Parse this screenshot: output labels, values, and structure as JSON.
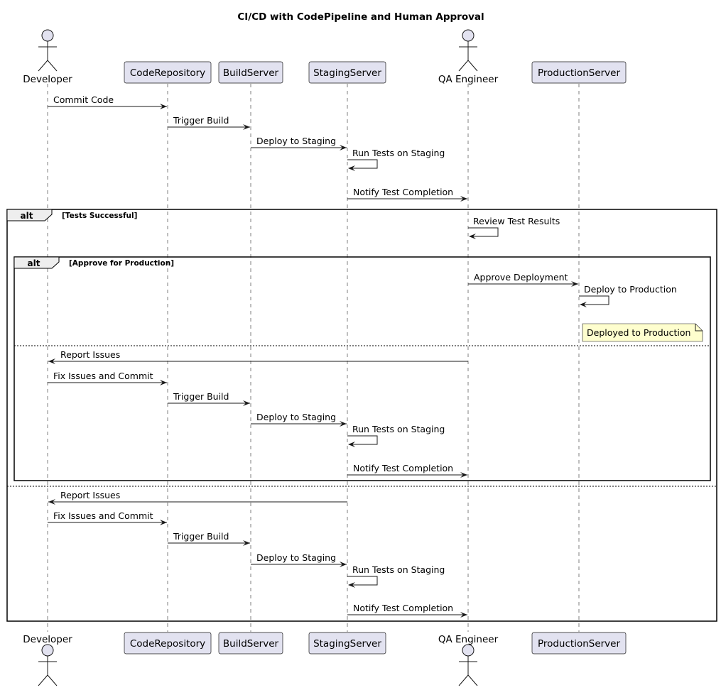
{
  "title": "CI/CD with CodePipeline and Human Approval",
  "participants": [
    {
      "id": "dev",
      "label": "Developer",
      "kind": "actor"
    },
    {
      "id": "repo",
      "label": "CodeRepository",
      "kind": "box"
    },
    {
      "id": "build",
      "label": "BuildServer",
      "kind": "box"
    },
    {
      "id": "staging",
      "label": "StagingServer",
      "kind": "box"
    },
    {
      "id": "qa",
      "label": "QA Engineer",
      "kind": "actor"
    },
    {
      "id": "prod",
      "label": "ProductionServer",
      "kind": "box"
    }
  ],
  "messages": [
    {
      "from": "dev",
      "to": "repo",
      "label": "Commit Code"
    },
    {
      "from": "repo",
      "to": "build",
      "label": "Trigger Build"
    },
    {
      "from": "build",
      "to": "staging",
      "label": "Deploy to Staging"
    },
    {
      "from": "staging",
      "to": "staging",
      "label": "Run Tests on Staging"
    },
    {
      "from": "staging",
      "to": "qa",
      "label": "Notify Test Completion"
    },
    {
      "from": "qa",
      "to": "qa",
      "label": "Review Test Results"
    },
    {
      "from": "qa",
      "to": "prod",
      "label": "Approve Deployment"
    },
    {
      "from": "prod",
      "to": "prod",
      "label": "Deploy to Production"
    },
    {
      "from": "qa",
      "to": "dev",
      "label": "Report Issues"
    },
    {
      "from": "dev",
      "to": "repo",
      "label": "Fix Issues and Commit"
    },
    {
      "from": "repo",
      "to": "build",
      "label": "Trigger Build"
    },
    {
      "from": "build",
      "to": "staging",
      "label": "Deploy to Staging"
    },
    {
      "from": "staging",
      "to": "staging",
      "label": "Run Tests on Staging"
    },
    {
      "from": "staging",
      "to": "qa",
      "label": "Notify Test Completion"
    },
    {
      "from": "staging",
      "to": "dev",
      "label": "Report Issues"
    },
    {
      "from": "dev",
      "to": "repo",
      "label": "Fix Issues and Commit"
    },
    {
      "from": "repo",
      "to": "build",
      "label": "Trigger Build"
    },
    {
      "from": "build",
      "to": "staging",
      "label": "Deploy to Staging"
    },
    {
      "from": "staging",
      "to": "staging",
      "label": "Run Tests on Staging"
    },
    {
      "from": "staging",
      "to": "qa",
      "label": "Notify Test Completion"
    }
  ],
  "frames": [
    {
      "keyword": "alt",
      "guard": "[Tests Successful]"
    },
    {
      "keyword": "alt",
      "guard": "[Approve for Production]"
    }
  ],
  "note": {
    "over": "prod",
    "label": "Deployed to Production"
  }
}
